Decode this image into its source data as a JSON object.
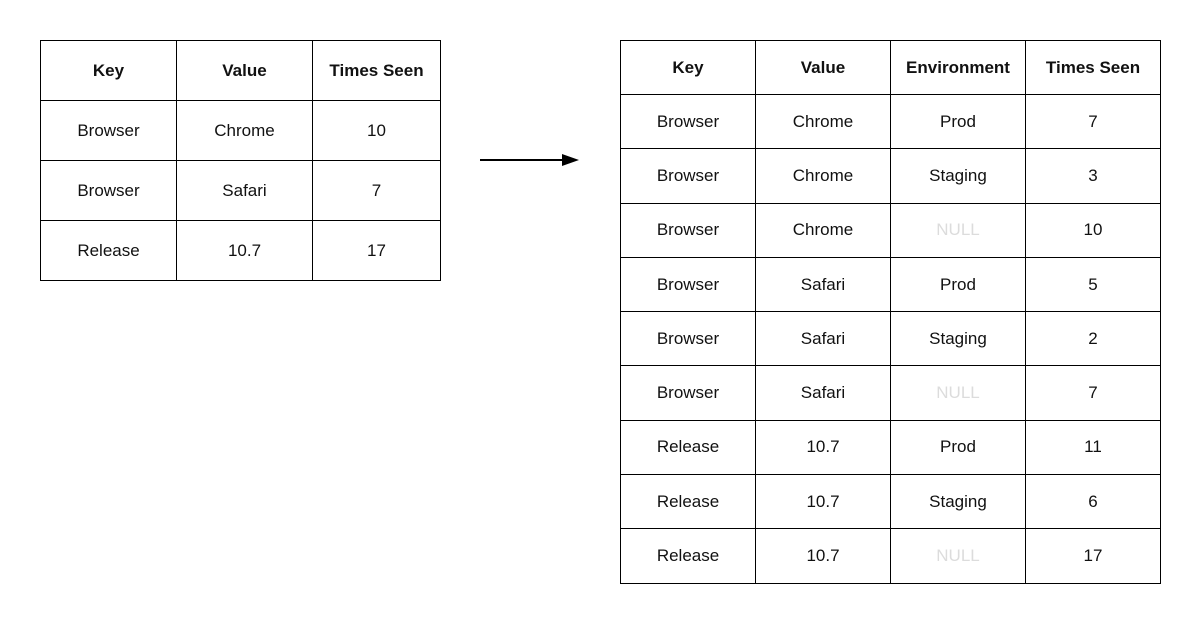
{
  "left_table": {
    "headers": [
      "Key",
      "Value",
      "Times Seen"
    ],
    "rows": [
      [
        "Browser",
        "Chrome",
        "10"
      ],
      [
        "Browser",
        "Safari",
        "7"
      ],
      [
        "Release",
        "10.7",
        "17"
      ]
    ]
  },
  "right_table": {
    "headers": [
      "Key",
      "Value",
      "Environment",
      "Times Seen"
    ],
    "rows": [
      [
        "Browser",
        "Chrome",
        "Prod",
        "7"
      ],
      [
        "Browser",
        "Chrome",
        "Staging",
        "3"
      ],
      [
        "Browser",
        "Chrome",
        "NULL",
        "10"
      ],
      [
        "Browser",
        "Safari",
        "Prod",
        "5"
      ],
      [
        "Browser",
        "Safari",
        "Staging",
        "2"
      ],
      [
        "Browser",
        "Safari",
        "NULL",
        "7"
      ],
      [
        "Release",
        "10.7",
        "Prod",
        "11"
      ],
      [
        "Release",
        "10.7",
        "Staging",
        "6"
      ],
      [
        "Release",
        "10.7",
        "NULL",
        "17"
      ]
    ]
  },
  "colors": {
    "border": "#000000",
    "text": "#111111",
    "null_text": "#dcdcdc"
  },
  "icons": {
    "transform_arrow": "right-arrow-icon"
  }
}
